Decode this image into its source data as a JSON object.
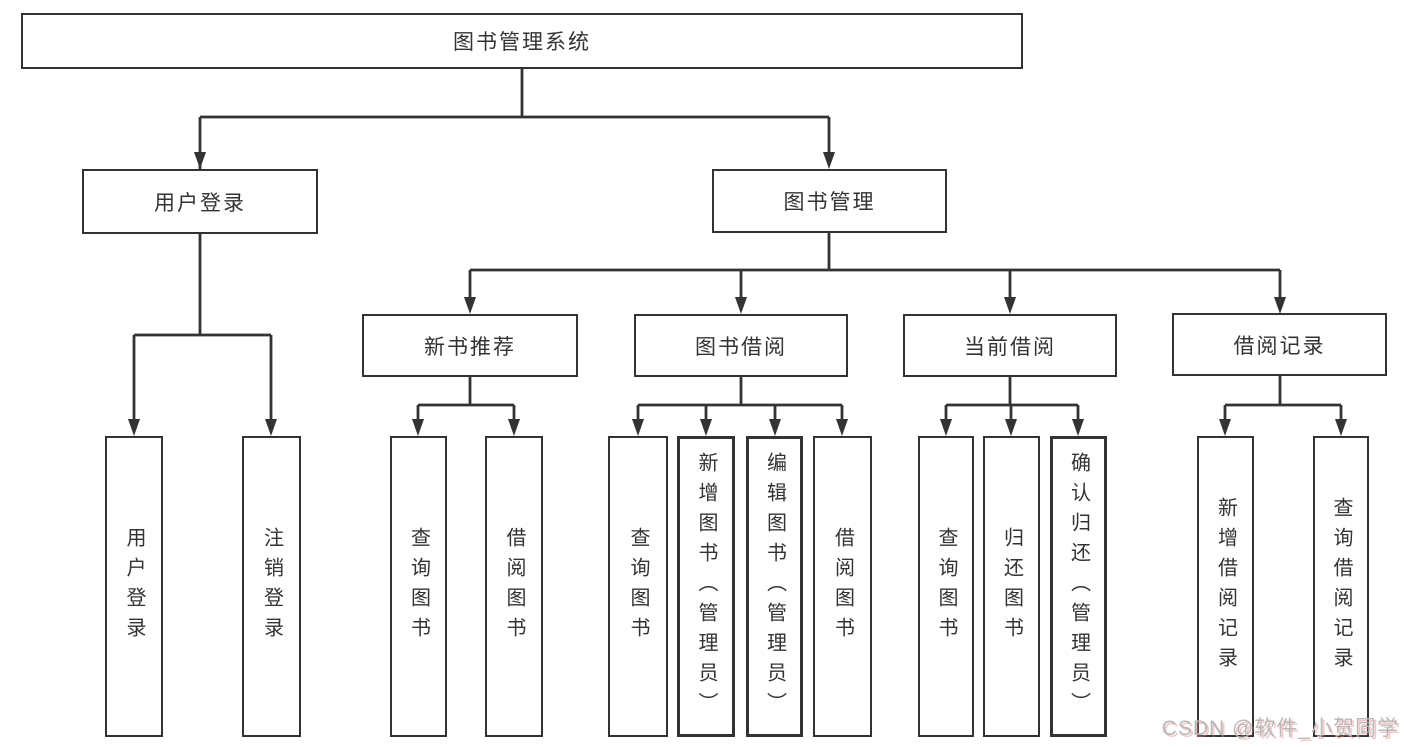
{
  "diagram": {
    "title": "图书管理系统",
    "root": {
      "label": "图书管理系统"
    },
    "branches": [
      {
        "label": "用户登录",
        "children": [
          {
            "label": "用户登录"
          },
          {
            "label": "注销登录"
          }
        ]
      },
      {
        "label": "图书管理",
        "children": [
          {
            "label": "新书推荐",
            "children": [
              {
                "label": "查询图书"
              },
              {
                "label": "借阅图书"
              }
            ]
          },
          {
            "label": "图书借阅",
            "children": [
              {
                "label": "查询图书"
              },
              {
                "label": "新增图书（管理员）"
              },
              {
                "label": "编辑图书（管理员）"
              },
              {
                "label": "借阅图书"
              }
            ]
          },
          {
            "label": "当前借阅",
            "children": [
              {
                "label": "查询图书"
              },
              {
                "label": "归还图书"
              },
              {
                "label": "确认归还（管理员）"
              }
            ]
          },
          {
            "label": "借阅记录",
            "children": [
              {
                "label": "新增借阅记录"
              },
              {
                "label": "查询借阅记录"
              }
            ]
          }
        ]
      }
    ]
  },
  "watermark": {
    "text": "CSDN @软件_小贺同学"
  },
  "colors": {
    "background": "#ffffff",
    "line": "#333333",
    "box_border": "#333333",
    "text": "#333333",
    "watermark": "#b9b9b9",
    "watermark_shadow": "#e08282"
  }
}
